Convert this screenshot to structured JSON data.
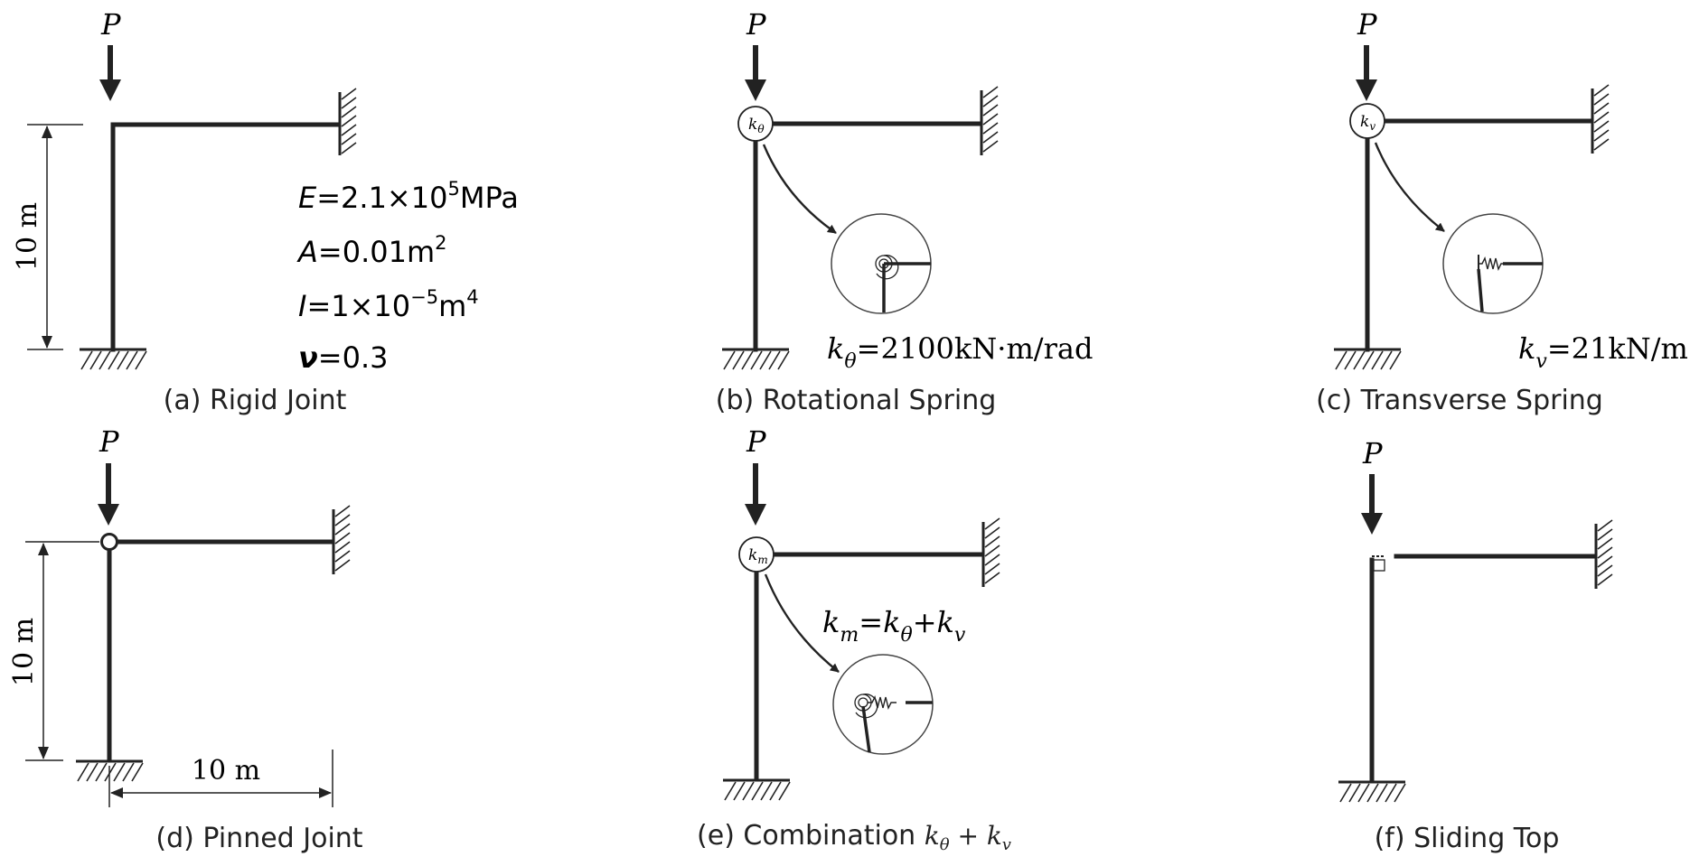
{
  "load_label": "P",
  "panels": {
    "a": {
      "caption": "(a) Rigid Joint",
      "dim_height": "10 m"
    },
    "b": {
      "caption": "(b) Rotational Spring",
      "spring_label": "k",
      "spring_sub": "θ",
      "value_text": "=2100kN·m/rad"
    },
    "c": {
      "caption": "(c) Transverse Spring",
      "spring_label": "k",
      "spring_sub": "v",
      "value_text": "=21kN/m"
    },
    "d": {
      "caption": "(d) Pinned Joint",
      "dim_height": "10 m",
      "dim_width": "10 m"
    },
    "e": {
      "caption_prefix": "(e) Combination",
      "caption_math_k1": "k",
      "caption_math_s1": "θ",
      "caption_math_plus": " + ",
      "caption_math_k2": "k",
      "caption_math_s2": "v",
      "spring_label": "k",
      "spring_sub": "m",
      "eq_rest": "=k",
      "eq_s1": "θ",
      "eq_plus": "+k",
      "eq_s2": "v"
    },
    "f": {
      "caption": "(f) Sliding Top"
    }
  },
  "properties": [
    {
      "sym": "E",
      "text": "=2.1×10",
      "sup": "5",
      "unit": "MPa"
    },
    {
      "sym": "A",
      "text": "=0.01m",
      "sup": "2",
      "unit": ""
    },
    {
      "sym": "I",
      "text": "=1×10",
      "sup": "−5",
      "unit": "m",
      "sup2": "4"
    },
    {
      "sym": "ν",
      "text": "=0.3",
      "sup": "",
      "unit": ""
    }
  ]
}
